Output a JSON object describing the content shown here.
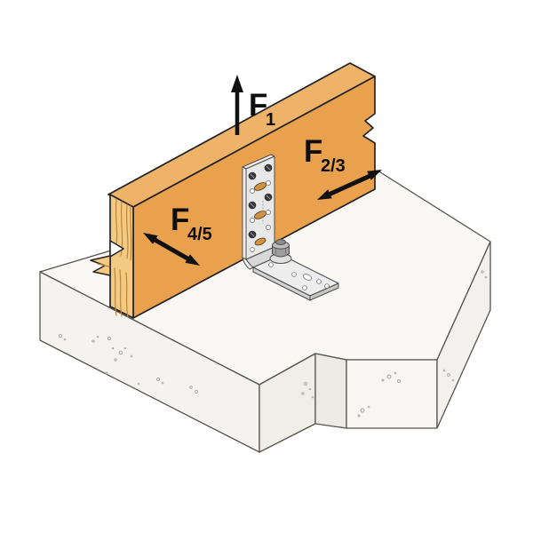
{
  "forces": {
    "f1": {
      "symbol": "F",
      "subscript": "1",
      "arrow": "single-headed",
      "direction": "vertical-up"
    },
    "f2_3": {
      "symbol": "F",
      "subscript": "2/3",
      "arrow": "double-headed",
      "direction": "along-beam-axis"
    },
    "f4_5": {
      "symbol": "F",
      "subscript": "4/5",
      "arrow": "double-headed",
      "direction": "perpendicular-to-beam"
    }
  },
  "colors": {
    "background": "#ffffff",
    "wood_front": "#E9A14E",
    "wood_top": "#EFB269",
    "wood_end_grain": "#F3C983",
    "wood_grain_line": "#C08638",
    "concrete_top": "#F9F8F5",
    "concrete_front_left": "#F4F3EF",
    "concrete_front_center": "#F7F6F2",
    "concrete_narrow": "#EFEEE9",
    "concrete_small": "#ECEBE6",
    "concrete_right": "#F2F1ED",
    "steel_face": "#E8E8E8",
    "steel_edge": "#F2F2F2",
    "steel_base": "#EDEDED",
    "steel_bend": "#D8D8D8",
    "bolt_body": "#9E9E9E",
    "arrow_black": "#111111"
  }
}
